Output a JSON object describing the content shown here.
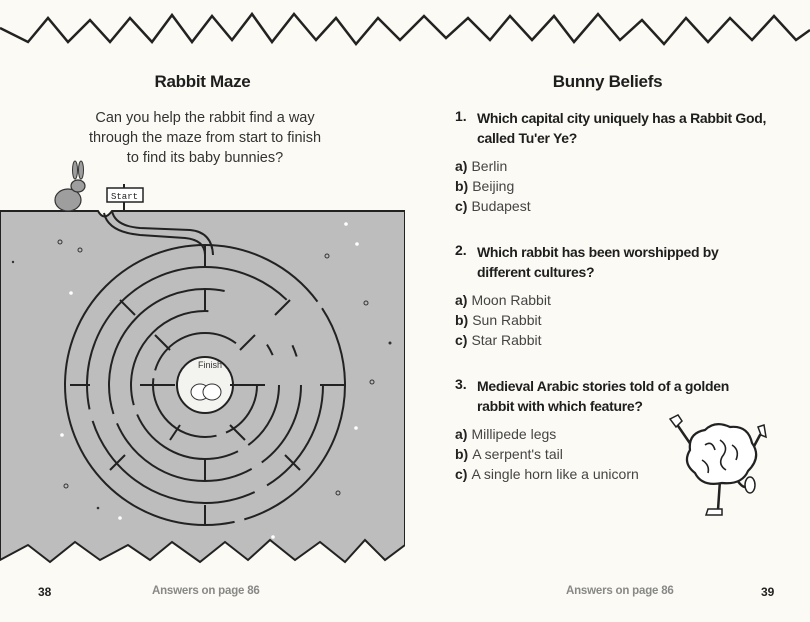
{
  "left_page": {
    "title": "Rabbit Maze",
    "intro_lines": [
      "Can you help the rabbit find a way",
      "through the maze from start to finish",
      "to find its baby bunnies?"
    ],
    "maze": {
      "start_label": "Start",
      "finish_label": "Finish"
    },
    "page_number": "38",
    "answers_note": "Answers on page 86"
  },
  "right_page": {
    "title": "Bunny Beliefs",
    "questions": [
      {
        "number": "1.",
        "text": "Which capital city uniquely has a Rabbit God, called Tu'er Ye?",
        "options": [
          {
            "letter": "a)",
            "text": "Berlin"
          },
          {
            "letter": "b)",
            "text": "Beijing"
          },
          {
            "letter": "c)",
            "text": "Budapest"
          }
        ]
      },
      {
        "number": "2.",
        "text": "Which rabbit has been worshipped by different cultures?",
        "options": [
          {
            "letter": "a)",
            "text": "Moon Rabbit"
          },
          {
            "letter": "b)",
            "text": "Sun Rabbit"
          },
          {
            "letter": "c)",
            "text": "Star Rabbit"
          }
        ]
      },
      {
        "number": "3.",
        "text": "Medieval Arabic stories told of a golden rabbit with which feature?",
        "options": [
          {
            "letter": "a)",
            "text": "Millipede legs"
          },
          {
            "letter": "b)",
            "text": "A serpent's tail"
          },
          {
            "letter": "c)",
            "text": "A single horn like a unicorn"
          }
        ]
      }
    ],
    "page_number": "39",
    "answers_note": "Answers on page 86"
  },
  "colors": {
    "paper": "#fbfaf4",
    "maze_fill": "#bdbdbd",
    "ink": "#222222",
    "footer_gray": "#888888"
  }
}
